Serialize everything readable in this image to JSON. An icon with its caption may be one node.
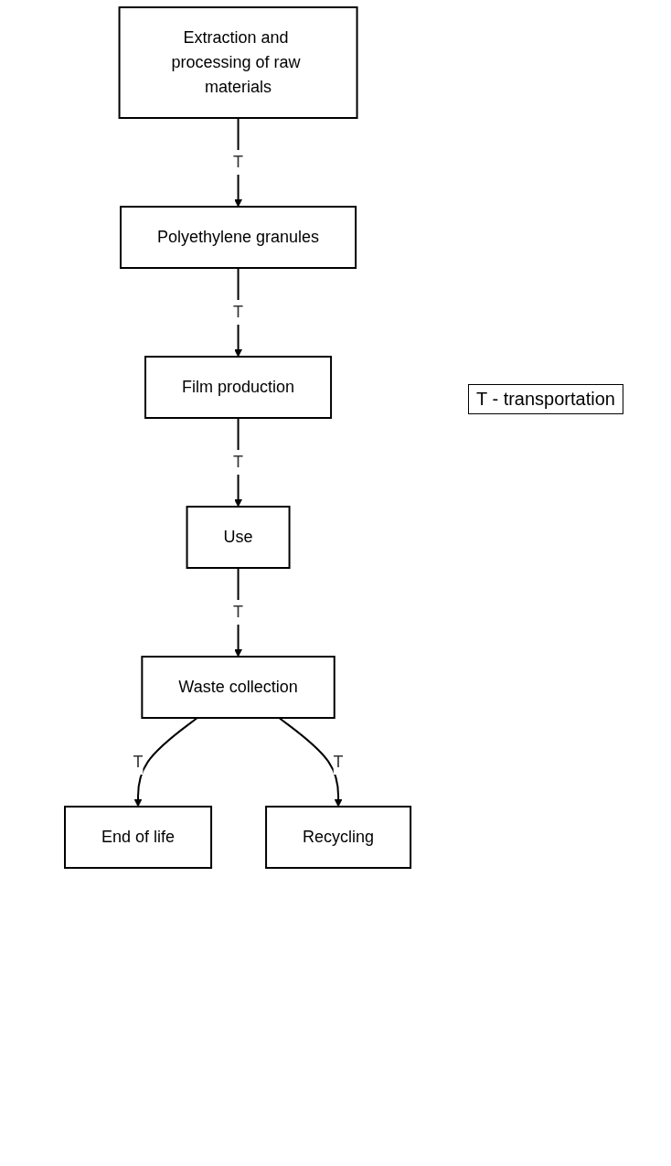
{
  "diagram": {
    "nodes": [
      {
        "text": [
          "Extraction and processing of raw materials"
        ]
      },
      {
        "text": [
          "Polyethylene granules"
        ]
      },
      {
        "text": [
          "Film production"
        ]
      },
      {
        "text": [
          "Use"
        ]
      },
      {
        "text": [
          "Waste collection"
        ]
      },
      {
        "text": [
          "End of life"
        ]
      },
      {
        "text": [
          "Recycling"
        ]
      }
    ],
    "edges": [
      {
        "from": 0,
        "to": 1,
        "arrow": "to",
        "label": "T"
      },
      {
        "from": 1,
        "to": 2,
        "arrow": "to",
        "label": "T"
      },
      {
        "from": 2,
        "to": 3,
        "arrow": "to",
        "label": "T"
      },
      {
        "from": 3,
        "to": 4,
        "arrow": "to",
        "label": "T"
      },
      {
        "from": 4,
        "to": 5,
        "arrow": "to",
        "label": "T"
      },
      {
        "from": 4,
        "to": 6,
        "arrow": "to",
        "label": "T"
      }
    ],
    "labels": [
      "T - transportation"
    ]
  }
}
